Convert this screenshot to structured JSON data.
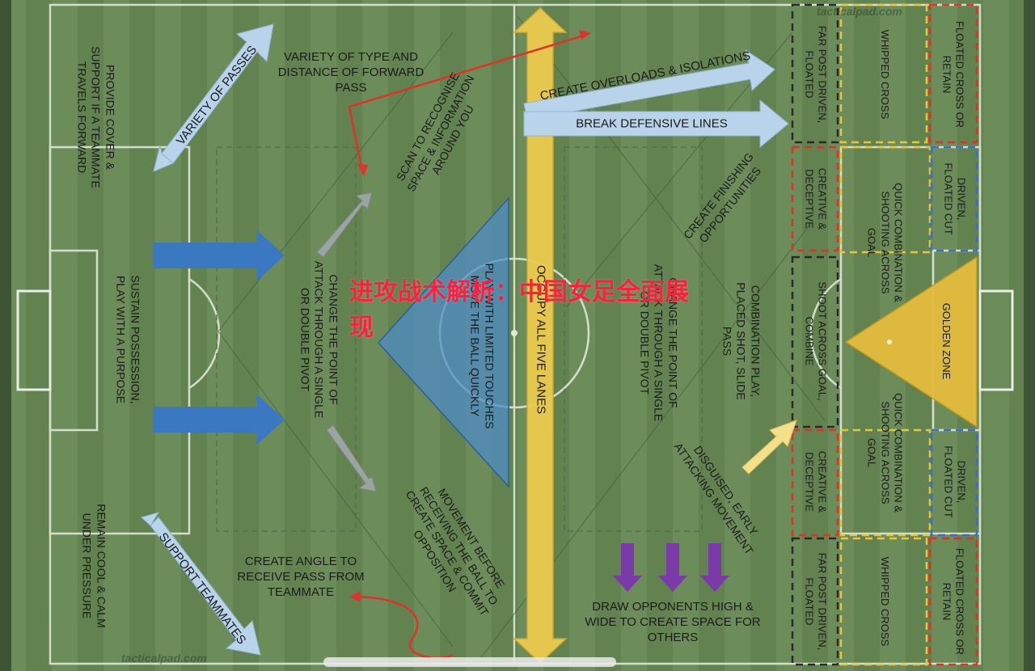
{
  "overlay": {
    "title": "进攻战术解析：中国女足全面展现"
  },
  "watermarks": {
    "top": "tacticalpad.com",
    "bottom": "tacticalpad.com"
  },
  "left_half": {
    "provide_cover": "PROVIDE COVER & SUPPORT IF A TEAMMATE TRAVELS FORWARD",
    "sustain_possession": "SUSTAIN POSSESSION, PLAY WITH A PURPOSE",
    "remain_cool": "REMAIN COOL & CALM UNDER PRESSURE",
    "variety_passes": "VARIETY OF PASSES",
    "variety_type": "VARIETY OF TYPE AND DISTANCE OF FORWARD PASS",
    "scan": "SCAN TO RECOGNISE SPACE & INFORMATION AROUND YOU",
    "change_point_left": "CHANGE THE POINT OF ATTACK THROUGH A SINGLE OR DOUBLE PIVOT",
    "play_limited": "PLAY WITH LIMITED TOUCHES MOVE THE BALL QUICKLY",
    "movement_before": "MOVEMENT BEFORE RECEIVING THE BALL TO CREATE SPACE & COMMIT OPPOSITION",
    "create_angle": "CREATE ANGLE TO RECEIVE PASS FROM TEAMMATE",
    "support_teammates": "SUPPORT TEAMMATES"
  },
  "center": {
    "occupy_lanes": "OCCUPY ALL FIVE LANES"
  },
  "right_half": {
    "create_overloads": "CREATE OVERLOADS & ISOLATIONS",
    "break_lines": "BREAK DEFENSIVE LINES",
    "create_finishing": "CREATE FINISHING OPPORTUNITIES",
    "change_point_right": "CHANGE THE POINT OF ATTACK THROUGH A SINGLE OR DOUBLE PIVOT",
    "combination_play": "COMBINATION PLAY, PLACED SHOT, SLIDE PASS",
    "disguised": "DISGUISED, EARLY ATTACKING MOVEMENT",
    "draw_opponents": "DRAW OPPONENTS HIGH & WIDE TO CREATE SPACE FOR OTHERS"
  },
  "zones": {
    "far_post_top": "FAR POST DRIVEN, FLOATED",
    "whipped_top": "WHIPPED CROSS",
    "floated_top": "FLOATED CROSS OR RETAIN",
    "creative_top": "CREATIVE & DECEPTIVE",
    "quick_combo_top": "QUICK COMBINATION & SHOOTING ACROSS GOAL",
    "driven_top": "DRIVEN, FLOATED CUT",
    "shoot_across": "SHOOT ACROSS GOAL, COMBINE",
    "golden_zone": "GOLDEN ZONE",
    "creative_bottom": "CREATIVE & DECEPTIVE",
    "quick_combo_bottom": "QUICK COMBINATION & SHOOTING ACROSS GOAL",
    "driven_bottom": "DRIVEN, FLOATED CUT",
    "far_post_bottom": "FAR POST DRIVEN, FLOATED",
    "whipped_bottom": "WHIPPED CROSS",
    "floated_bottom": "FLOATED CROSS OR RETAIN"
  },
  "colors": {
    "grass_light": "#6e8f5c",
    "grass_dark": "#5f8050",
    "blue_arrow": "#3a78c2",
    "light_blue_arrow": "#b9d4ea",
    "yellow": "#eccb4e",
    "red": "#e03228",
    "purple": "#7a3aa8",
    "triangle_blue": "#4f8cc4",
    "golden": "#e4bd3c"
  }
}
